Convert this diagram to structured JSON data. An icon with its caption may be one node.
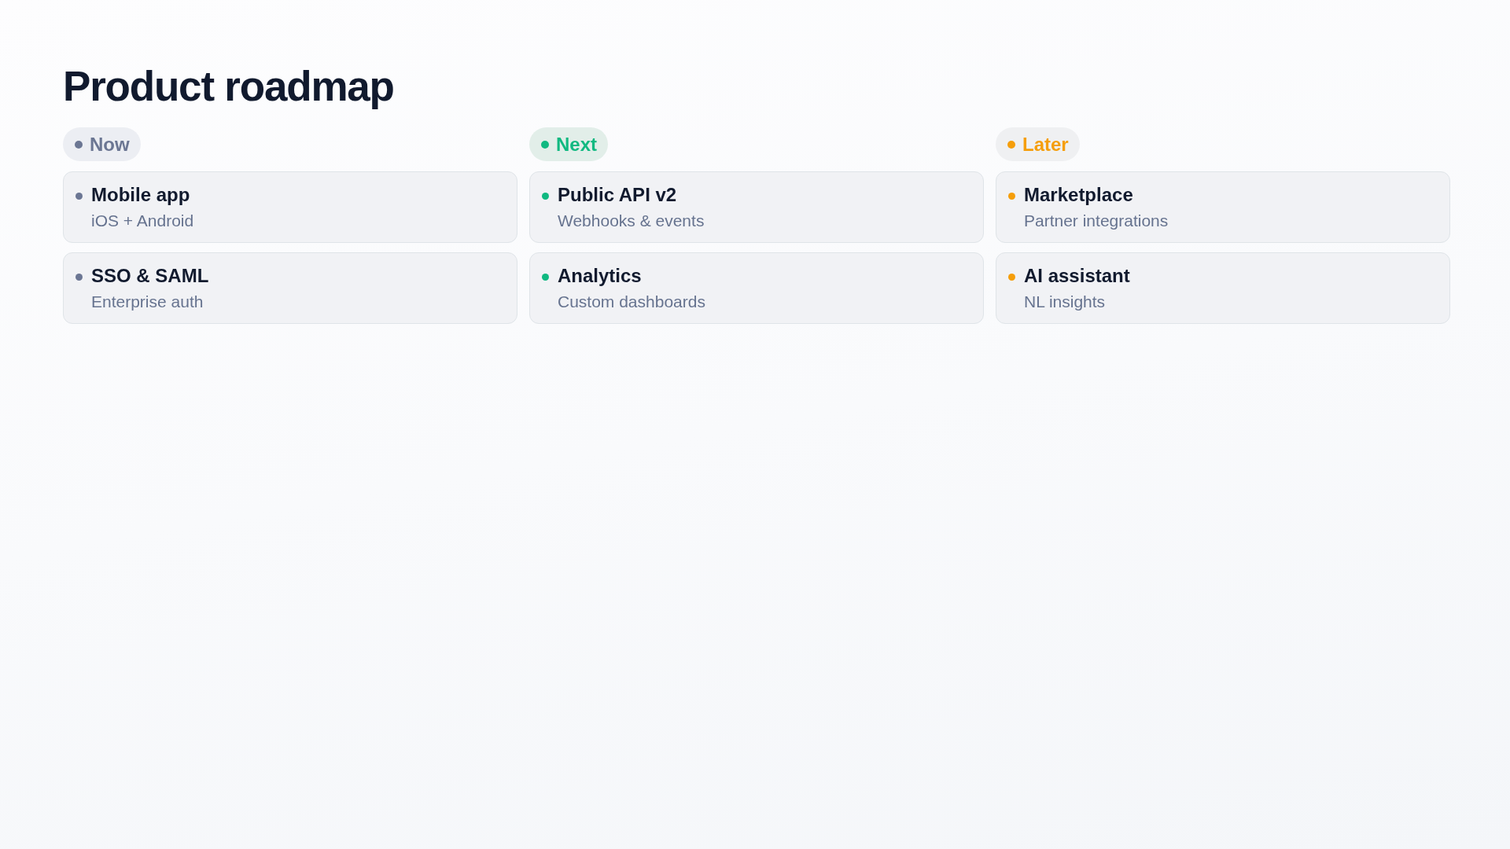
{
  "diagram": {
    "title": "Product roadmap",
    "nodes": [
      {
        "text": [
          "Now"
        ]
      },
      {
        "text": [
          "Mobile app",
          "iOS + Android"
        ]
      },
      {
        "text": [
          "SSO & SAML",
          "Enterprise auth"
        ]
      },
      {
        "text": [
          "Next"
        ]
      },
      {
        "text": [
          "Public API v2",
          "Webhooks & events"
        ]
      },
      {
        "text": [
          "Analytics",
          "Custom dashboards"
        ]
      },
      {
        "text": [
          "Later"
        ]
      },
      {
        "text": [
          "Marketplace",
          "Partner integrations"
        ]
      },
      {
        "text": [
          "AI assistant",
          "NL insights"
        ]
      }
    ]
  }
}
